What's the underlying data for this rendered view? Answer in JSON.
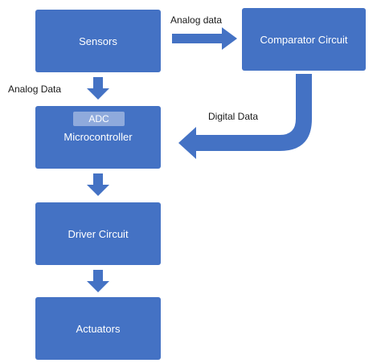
{
  "nodes": {
    "sensors": "Sensors",
    "comparator": "Comparator Circuit",
    "adc": "ADC",
    "microcontroller": "Microcontroller",
    "driver": "Driver Circuit",
    "actuators": "Actuators"
  },
  "edges": {
    "sensors_to_comparator": "Analog data",
    "sensors_to_microcontroller": "Analog Data",
    "comparator_to_microcontroller": "Digital Data"
  },
  "colors": {
    "box": "#4472c4",
    "adc_chip": "#8faadc",
    "arrow": "#4472c4",
    "text_on_box": "#ffffff",
    "label_text": "#1a1a1a"
  }
}
